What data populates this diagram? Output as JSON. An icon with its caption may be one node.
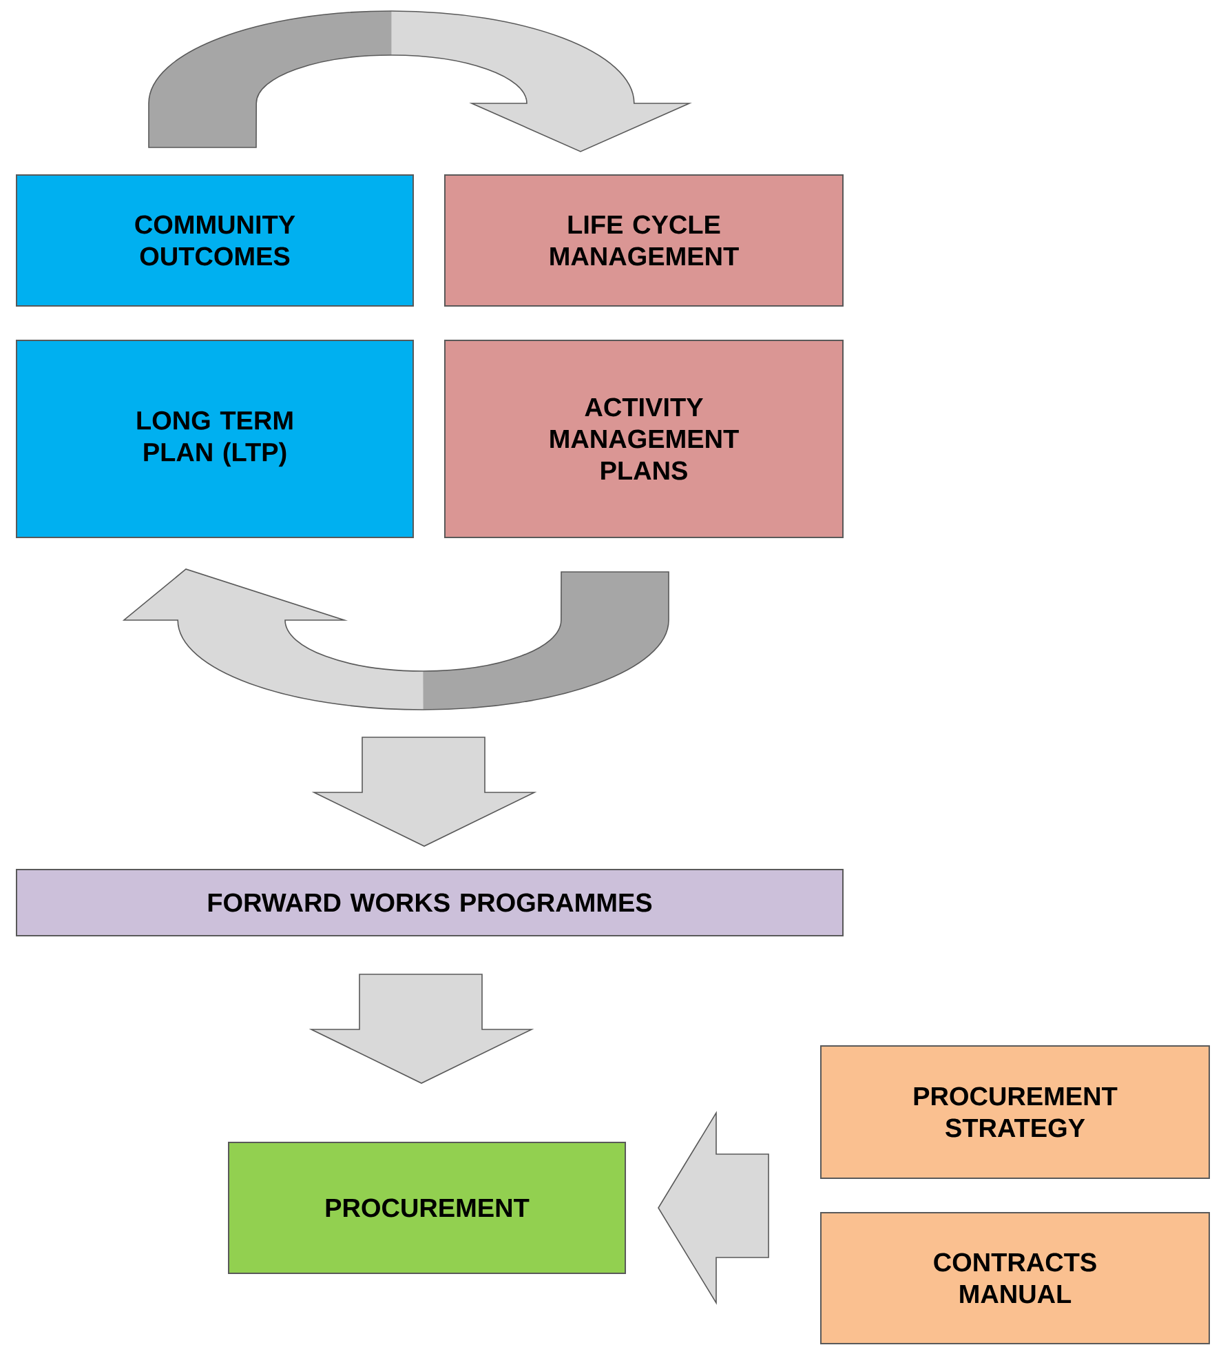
{
  "diagram": {
    "nodes": [
      {
        "text": [
          "COMMUNITY OUTCOMES"
        ]
      },
      {
        "text": [
          "LIFE CYCLE MANAGEMENT"
        ]
      },
      {
        "text": [
          "LONG TERM PLAN (LTP)"
        ]
      },
      {
        "text": [
          "ACTIVITY MANAGEMENT PLANS"
        ]
      },
      {
        "text": [
          "FORWARD WORKS PROGRAMMES"
        ]
      },
      {
        "text": [
          "PROCUREMENT"
        ]
      },
      {
        "text": [
          "PROCUREMENT STRATEGY"
        ]
      },
      {
        "text": [
          "CONTRACTS MANUAL"
        ]
      }
    ],
    "edges": [
      {
        "from": 0,
        "to": 1,
        "arrow": "to"
      },
      {
        "from": 3,
        "to": 2,
        "arrow": "to"
      },
      {
        "from": null,
        "to": 4,
        "arrow": "to"
      },
      {
        "from": 4,
        "to": 5,
        "arrow": "to"
      },
      {
        "from": 6,
        "to": 5,
        "arrow": "to"
      },
      {
        "from": 7,
        "to": 5,
        "arrow": "to"
      }
    ]
  }
}
